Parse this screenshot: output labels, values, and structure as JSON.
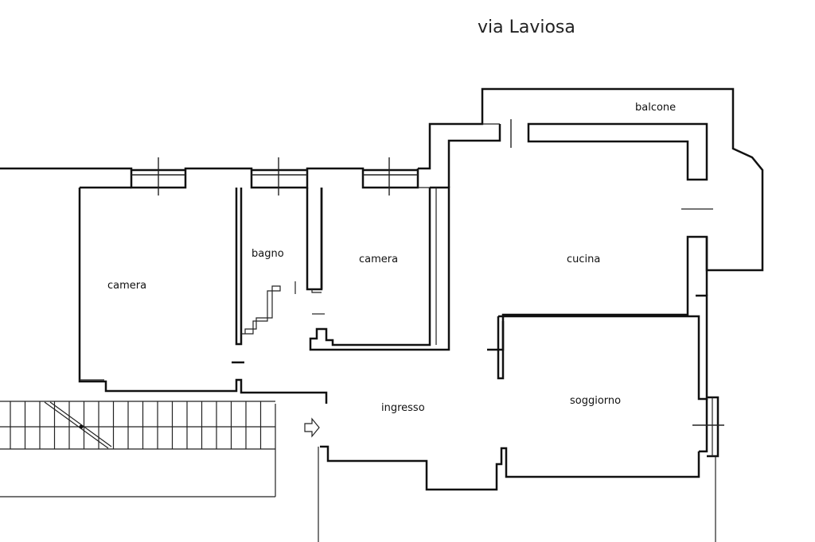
{
  "street": "via Laviosa",
  "rooms": {
    "camera_left": "camera",
    "bagno": "bagno",
    "camera_mid": "camera",
    "cucina": "cucina",
    "balcone": "balcone",
    "ingresso": "ingresso",
    "soggiorno": "soggiorno"
  },
  "icons": {
    "entrance": "arrow-right-outline",
    "staircase": "stairs"
  },
  "colors": {
    "lines": "#111111",
    "background": "#ffffff"
  }
}
